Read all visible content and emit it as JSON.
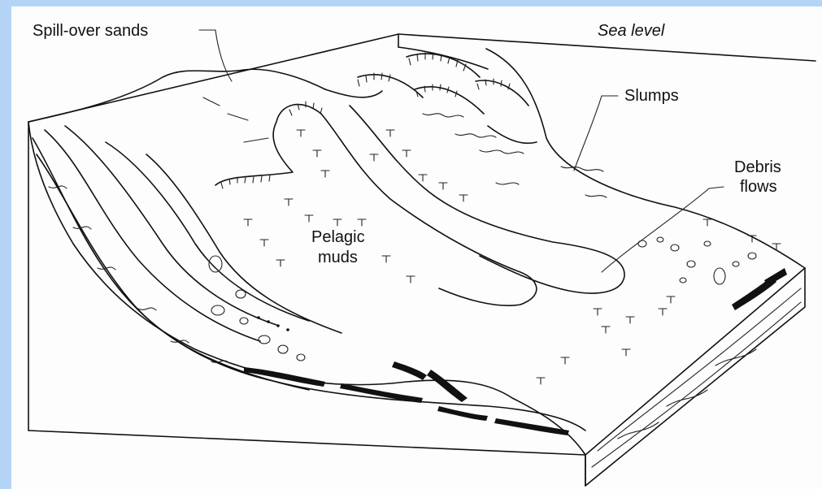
{
  "labels": {
    "spill_over_sands": "Spill-over sands",
    "sea_level": "Sea level",
    "slumps": "Slumps",
    "debris_flows_line1": "Debris",
    "debris_flows_line2": "flows",
    "pelagic_muds_line1": "Pelagic",
    "pelagic_muds_line2": "muds"
  },
  "colors": {
    "background": "#b3d4f5",
    "paper": "#fdfdfd",
    "ink": "#111111"
  }
}
